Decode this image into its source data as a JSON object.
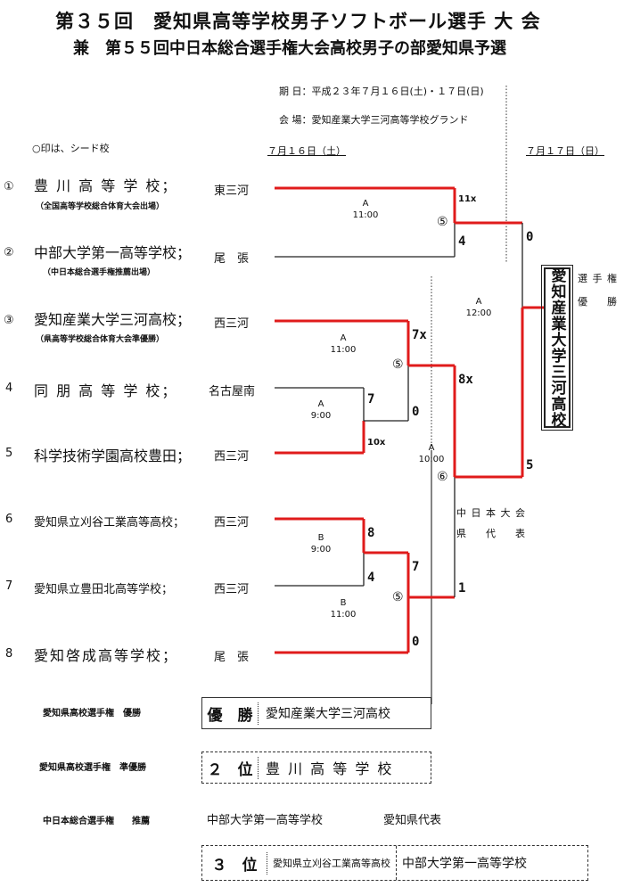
{
  "header": {
    "title": "第３５回　愛知県高等学校男子ソフトボール選手 大 会",
    "subtitle": "兼　第５５回中日本総合選手権大会高校男子の部愛知県予選",
    "dates": "期 日：平成２３年７月１６日(土)・１７日(日)",
    "venue": "会 場：愛知産業大学三河高等学校グランド",
    "seed_note": "○印は、シード校",
    "day1": "７月１６日（土）",
    "day2": "７月１７日（日）"
  },
  "teams": [
    {
      "seed": "①",
      "name": "豊 川 高 等 学 校；",
      "note": "（全国高等学校総合体育大会出場）",
      "region": "東三河"
    },
    {
      "seed": "②",
      "name": "中部大学第一高等学校；",
      "note": "（中日本総合選手権推薦出場）",
      "region": "尾　張"
    },
    {
      "seed": "③",
      "name": "愛知産業大学三河高校；",
      "note": "（県高等学校総合体育大会準優勝）",
      "region": "西三河"
    },
    {
      "seed": "4",
      "name": "同 朋 高 等 学 校；",
      "note": "",
      "region": "名古屋南"
    },
    {
      "seed": "5",
      "name": "科学技術学園高校豊田；",
      "note": "",
      "region": "西三河"
    },
    {
      "seed": "6",
      "name": "愛知県立刈谷工業高等高校；",
      "note": "",
      "region": "西三河"
    },
    {
      "seed": "7",
      "name": "愛知県立豊田北高等学校；",
      "note": "",
      "region": "西三河"
    },
    {
      "seed": "8",
      "name": "愛知啓成高等学校；",
      "note": "",
      "region": "尾　張"
    }
  ],
  "matches": {
    "m1": {
      "court": "A",
      "time": "11:00",
      "num": "⑤"
    },
    "m2": {
      "court": "A",
      "time": "11:00",
      "num": "⑤"
    },
    "m3": {
      "court": "A",
      "time": "9:00"
    },
    "m4": {
      "court": "B",
      "time": "9:00"
    },
    "m5": {
      "court": "B",
      "time": "11:00",
      "num": "⑤"
    },
    "semi": {
      "court": "A",
      "time": "12:00"
    },
    "final": {
      "court": "A",
      "time": "10:00",
      "num": "⑥"
    }
  },
  "scores": {
    "m1_top": "11x",
    "m1_bot": "4",
    "m3_top": "7",
    "m3_bot": "10x",
    "m2_top": "7x",
    "m2_bot": "0",
    "m4_top": "8",
    "m4_bot": "4",
    "m5_top": "7",
    "m5_bot": "0",
    "semi_top": "8x",
    "semi_bot": "1",
    "final_top": "0",
    "final_bot": "5"
  },
  "champion": "愛知産業大学三河高校",
  "champion_label_1": "選 手 権",
  "champion_label_2": "優　　勝",
  "chunichi_rep": "中 日 本 大 会",
  "chunichi_rep2": "県　　代　　表",
  "results": {
    "win_caption": "愛知県高校選手権　優勝",
    "win_rank": "優　勝",
    "win_team": "愛知産業大学三河高校",
    "second_caption": "愛知県高校選手権　準優勝",
    "second_rank": "２　位",
    "second_team": "豊 川 高 等 学 校",
    "rec_caption": "中日本総合選手権　　推薦",
    "rec_team": "中部大学第一高等学校",
    "rec_rep": "愛知県代表",
    "third_rank": "３　位",
    "third_team1": "愛知県立刈谷工業高等高校",
    "third_team2": "中部大学第一高等学校"
  },
  "colors": {
    "winner_line": "#e01b1b",
    "line": "#222222"
  }
}
